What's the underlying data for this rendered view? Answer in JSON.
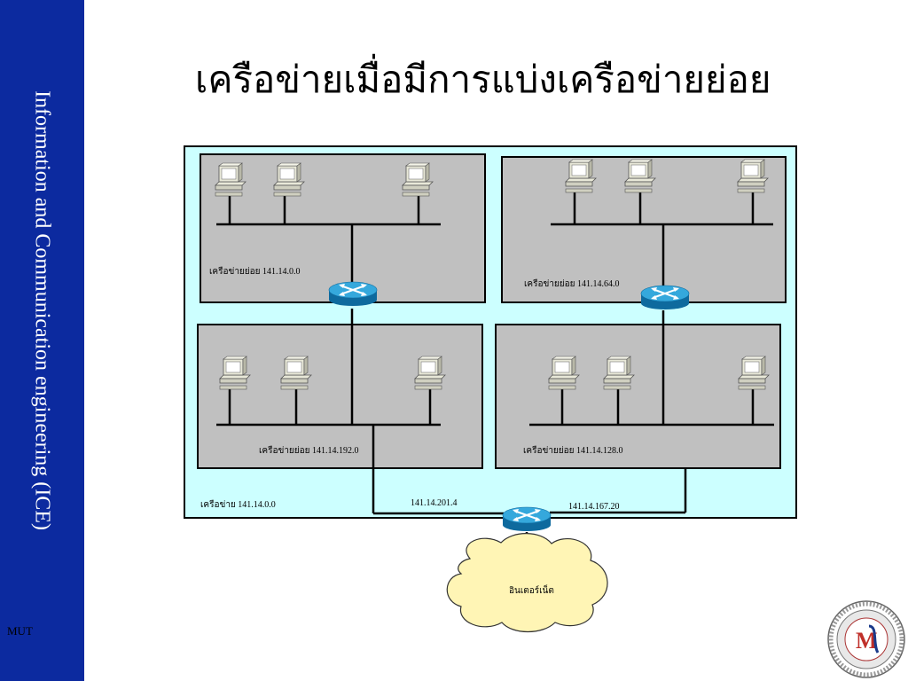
{
  "slide": {
    "title": "เครือข่ายเมื่อมีการแบ่งเครือข่ายย่อย",
    "sidebar_text": "Information and Communication engineering (ICE)",
    "footer_text": "MUT"
  },
  "diagram": {
    "network_label": "เครือข่าย 141.14.0.0",
    "subnets": [
      {
        "label": "เครือข่ายย่อย 141.14.0.0"
      },
      {
        "label": "เครือข่ายย่อย 141.14.64.0"
      },
      {
        "label": "เครือข่ายย่อย 141.14.192.0"
      },
      {
        "label": "เครือข่ายย่อย 141.14.128.0"
      }
    ],
    "router_addresses": [
      "141.14.201.4",
      "141.14.167.20"
    ],
    "internet_label": "อินเตอร์เน็ต"
  },
  "colors": {
    "sidebar": "#0c2a9f",
    "network_background": "#ccffff",
    "subnet_fill": "#c0c0c0",
    "router": "#1a8cc4",
    "cloud": "#fff5b5"
  },
  "icons": {
    "computer": "desktop-computer-icon",
    "router": "router-icon",
    "cloud": "internet-cloud-icon",
    "logo": "university-seal"
  }
}
